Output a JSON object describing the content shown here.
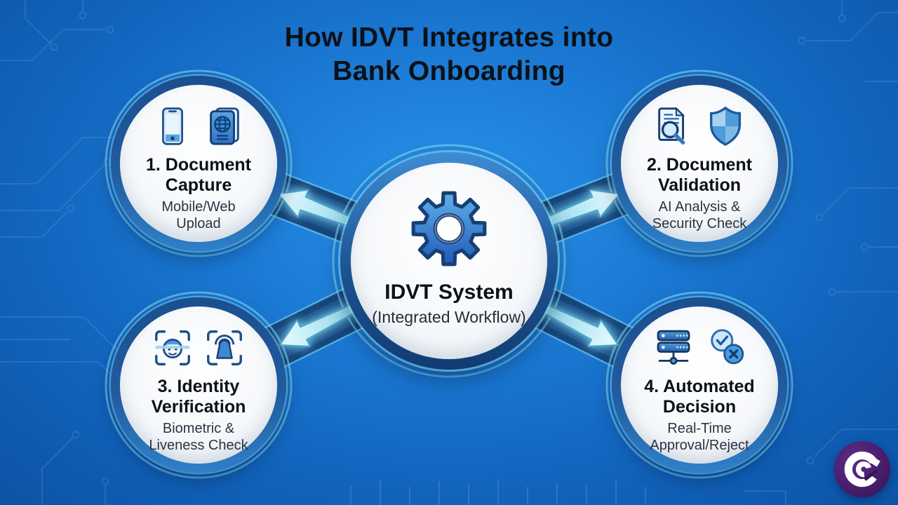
{
  "title": {
    "line1": "How IDVT Integrates into",
    "line2": "Bank Onboarding"
  },
  "center_node": {
    "icon": "gear-icon",
    "title": "IDVT System",
    "subtitle": "(Integrated Workflow)"
  },
  "nodes": [
    {
      "title_line1": "1. Document",
      "title_line2": "Capture",
      "subtitle_line1": "Mobile/Web",
      "subtitle_line2": "Upload",
      "icons": [
        "smartphone-icon",
        "passport-icon"
      ]
    },
    {
      "title_line1": "2. Document",
      "title_line2": "Validation",
      "subtitle_line1": "AI Analysis &",
      "subtitle_line2": "Security Check",
      "icons": [
        "document-search-icon",
        "shield-icon"
      ]
    },
    {
      "title_line1": "3. Identity",
      "title_line2": "Verification",
      "subtitle_line1": "Biometric &",
      "subtitle_line2": "Liveness Check",
      "icons": [
        "face-scan-icon",
        "liveness-scan-icon"
      ]
    },
    {
      "title_line1": "4. Automated",
      "title_line2": "Decision",
      "subtitle_line1": "Real-Time",
      "subtitle_line2": "Approval/Reject",
      "icons": [
        "server-rack-icon",
        "approve-reject-icon"
      ]
    }
  ],
  "connectors": [
    {
      "from": "center",
      "to": "node-1",
      "arrow_direction": "outward"
    },
    {
      "from": "center",
      "to": "node-2",
      "arrow_direction": "outward"
    },
    {
      "from": "center",
      "to": "node-3",
      "arrow_direction": "outward"
    },
    {
      "from": "center",
      "to": "node-4",
      "arrow_direction": "outward"
    }
  ],
  "colors": {
    "background_center": "#2a93e8",
    "background_edge": "#0c53a6",
    "node_ring": "#1c5292",
    "node_fill": "#f4f7fa",
    "connector_band": "#16477c",
    "arrow": "#d9f6fd",
    "title_text": "#0d1117",
    "logo_background": "#471e6c"
  },
  "logo": {
    "name": "brand-logo"
  }
}
